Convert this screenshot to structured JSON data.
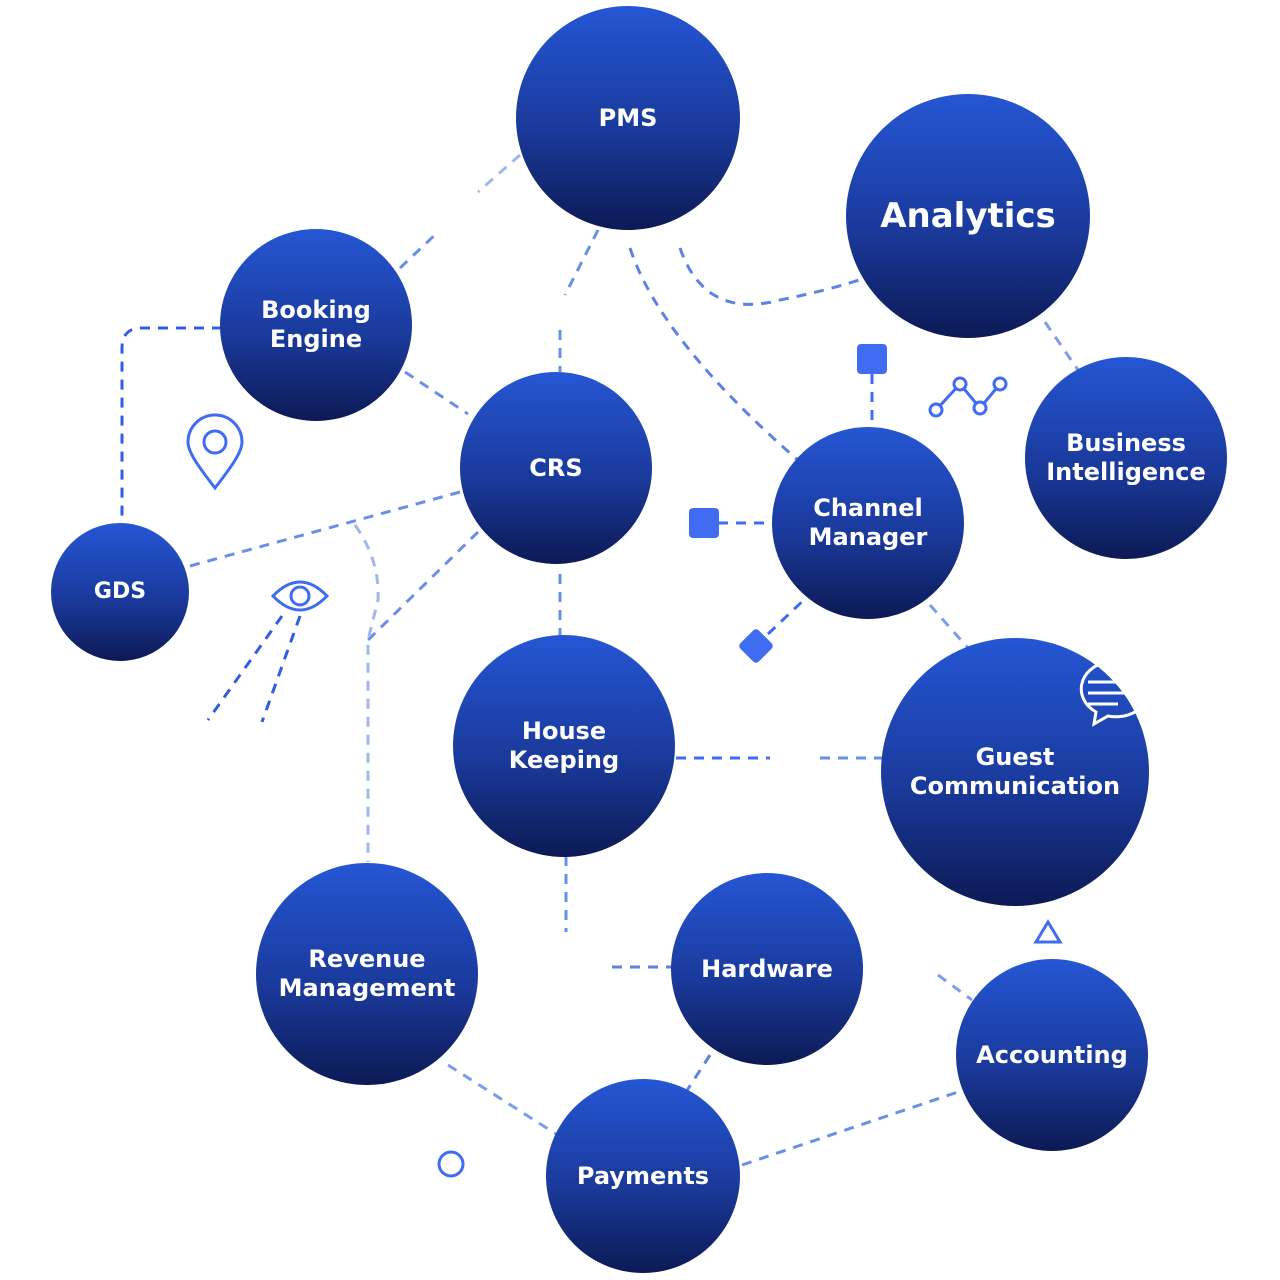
{
  "colors": {
    "node_top": "#2556d4",
    "node_bottom": "#0c1a55",
    "line": "#2f5fe0",
    "line_light": "#9fb7ea",
    "accent": "#3f6cf0"
  },
  "nodes": {
    "pms": {
      "label": "PMS"
    },
    "analytics": {
      "label": "Analytics"
    },
    "booking_engine": {
      "label": "Booking Engine"
    },
    "crs": {
      "label": "CRS"
    },
    "channel_manager": {
      "label": "Channel Manager"
    },
    "business_intelligence": {
      "label": "Business Intelligence"
    },
    "gds": {
      "label": "GDS"
    },
    "house_keeping": {
      "label": "House Keeping"
    },
    "guest_communication": {
      "label": "Guest Communication"
    },
    "revenue_management": {
      "label": "Revenue Management"
    },
    "hardware": {
      "label": "Hardware"
    },
    "accounting": {
      "label": "Accounting"
    },
    "payments": {
      "label": "Payments"
    }
  },
  "icons": [
    "location-pin-icon",
    "eye-icon",
    "chat-bubble-icon",
    "trend-line-icon",
    "triangle-icon",
    "circle-icon",
    "square-icon",
    "diamond-icon"
  ]
}
